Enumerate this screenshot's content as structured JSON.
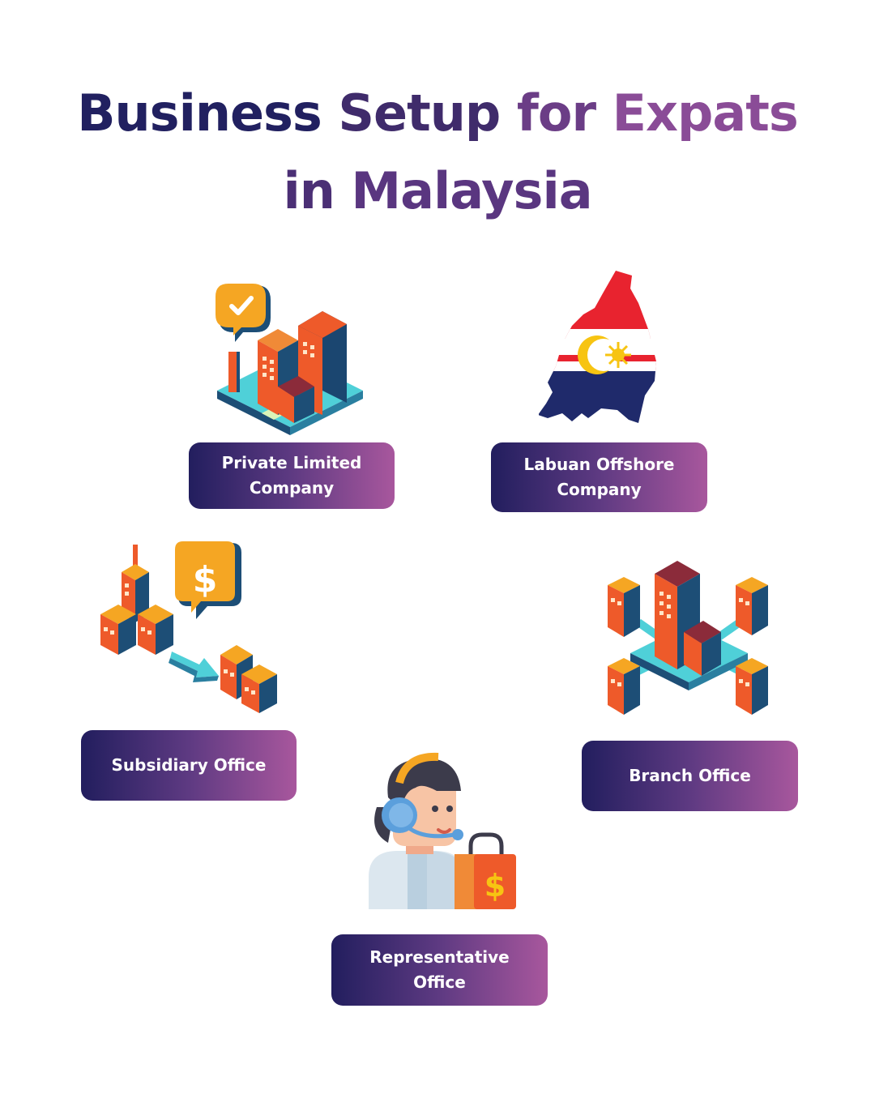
{
  "title": {
    "line1": {
      "word1": "Business",
      "word2": "Setup",
      "word3": "for",
      "word4": "Expats"
    },
    "line2": {
      "word1": "in",
      "word2": "Malaysia"
    }
  },
  "options": [
    {
      "label_line1": "Private Limited",
      "label_line2": "Company",
      "icon": "city-buildings-checkmark-icon"
    },
    {
      "label_line1": "Labuan Offshore",
      "label_line2": "Company",
      "icon": "malaysia-flag-map-icon"
    },
    {
      "label_line1": "Subsidiary Office",
      "icon": "subsidiary-buildings-dollar-icon"
    },
    {
      "label_line1": "Branch Office",
      "icon": "branch-network-buildings-icon"
    },
    {
      "label_line1": "Representative",
      "label_line2": "Office",
      "icon": "representative-headset-shopping-bag-icon"
    }
  ],
  "colors": {
    "title_dark": "#212060",
    "title_purple": "#8a4c97",
    "gradient_start": "#221e5e",
    "gradient_end": "#a8579d",
    "building_orange": "#ee5a2a",
    "building_navy": "#1d4e76",
    "platform_teal": "#4fd0d8"
  }
}
